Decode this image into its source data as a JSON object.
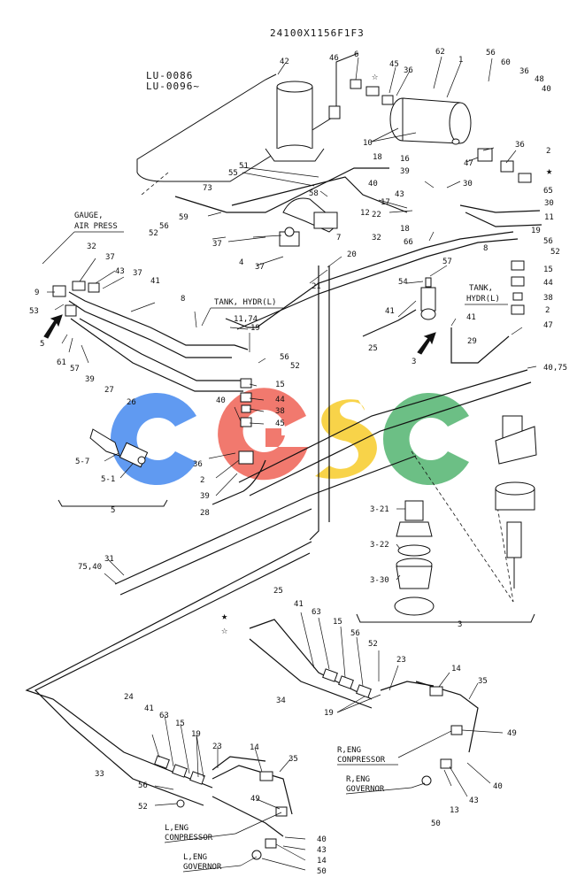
{
  "header": {
    "drawing_number": "24100X1156F1F3"
  },
  "model_range": {
    "line1": "LU-0086",
    "line2": "LU-0096~"
  },
  "watermark": {
    "letters": [
      "C",
      "G",
      "S",
      "C"
    ],
    "colors": [
      "#4f8ff0",
      "#f06a5e",
      "#f7cf3a",
      "#5cb878"
    ]
  },
  "captions": {
    "gauge_line1": "GAUGE,",
    "gauge_line2": "AIR PRESS",
    "tank_hydr_center": "TANK, HYDR(L)",
    "tank_hydr_right_line1": "TANK,",
    "tank_hydr_right_line2": "HYDR(L)",
    "r_eng_compressor_line1": "R,ENG",
    "r_eng_compressor_line2": "CONPRESSOR",
    "r_eng_governor_line1": "R,ENG",
    "r_eng_governor_line2": "GOVERNOR",
    "l_eng_compressor_line1": "L,ENG",
    "l_eng_compressor_line2": "CONPRESSOR",
    "l_eng_governor_line1": "L,ENG",
    "l_eng_governor_line2": "GOVERNOR"
  },
  "groups": {
    "detail_5": "5",
    "detail_3": "3"
  },
  "callouts": {
    "c42": "42",
    "c46": "46",
    "c6": "6",
    "c45a": "45",
    "c36a": "36",
    "c62": "62",
    "c1": "1",
    "c56a": "56",
    "c60": "60",
    "c36b": "36",
    "c48": "48",
    "c40a": "40",
    "c10": "10",
    "c36c": "36",
    "c2a": "2",
    "c47a": "47",
    "c51": "51",
    "c55": "55",
    "c58": "58",
    "c18a": "18",
    "c16": "16",
    "c39a": "39",
    "c40b": "40",
    "c30a": "30",
    "c65": "65",
    "c73": "73",
    "c43a": "43",
    "c17": "17",
    "c22": "22",
    "c12": "12",
    "c30b": "30",
    "c18b": "18",
    "c32a": "32",
    "c11": "11",
    "c59": "59",
    "c56b": "56",
    "c52a": "52",
    "c37a": "37",
    "c7": "7",
    "c8a": "8",
    "c4": "4",
    "c66": "66",
    "c19a": "19",
    "c56c": "56",
    "c52b": "52",
    "c37b": "37",
    "c20": "20",
    "c21": "21",
    "c57a": "57",
    "c15a": "15",
    "c44a": "44",
    "c54": "54",
    "c38a": "38",
    "c32b": "32",
    "c37c": "37",
    "c37d": "37",
    "c43b": "43",
    "c41a": "41",
    "c9": "9",
    "c53": "53",
    "c8b": "8",
    "c11_74": "11,74",
    "c2b": "2",
    "c41b": "41",
    "c41c": "41",
    "c47b": "47",
    "c25a": "25",
    "c5arrow": "5",
    "c61": "61",
    "c57b": "57",
    "c39b": "39",
    "c27": "27",
    "c26": "26",
    "c19b": "19",
    "c56d": "56",
    "c52c": "52",
    "c29": "29",
    "c3arrow": "3",
    "c15b": "15",
    "c40c": "40",
    "c44b": "44",
    "c38b": "38",
    "c45b": "45",
    "c40_75": "40,75",
    "c5_7": "5-7",
    "c5_1": "5-1",
    "c36d": "36",
    "c2c": "2",
    "c39c": "39",
    "c28": "28",
    "c3_21": "3-21",
    "c3_22": "3-22",
    "c3_30": "3-30",
    "c31": "31",
    "c75_40": "75,40",
    "c25b": "25",
    "c41d": "41",
    "c63a": "63",
    "c15c": "15",
    "c56e": "56",
    "c52d": "52",
    "c23a": "23",
    "c14a": "14",
    "c35a": "35",
    "c34": "34",
    "c19c": "19",
    "c49a": "49",
    "c40d": "40",
    "c43c": "43",
    "c13": "13",
    "c50a": "50",
    "c24": "24",
    "c41e": "41",
    "c63b": "63",
    "c15d": "15",
    "c19d": "19",
    "c23b": "23",
    "c14b": "14",
    "c35b": "35",
    "c33": "33",
    "c56f": "56",
    "c52e": "52",
    "c49b": "49",
    "c40e": "40",
    "c43d": "43",
    "c14c": "14",
    "c50b": "50"
  }
}
